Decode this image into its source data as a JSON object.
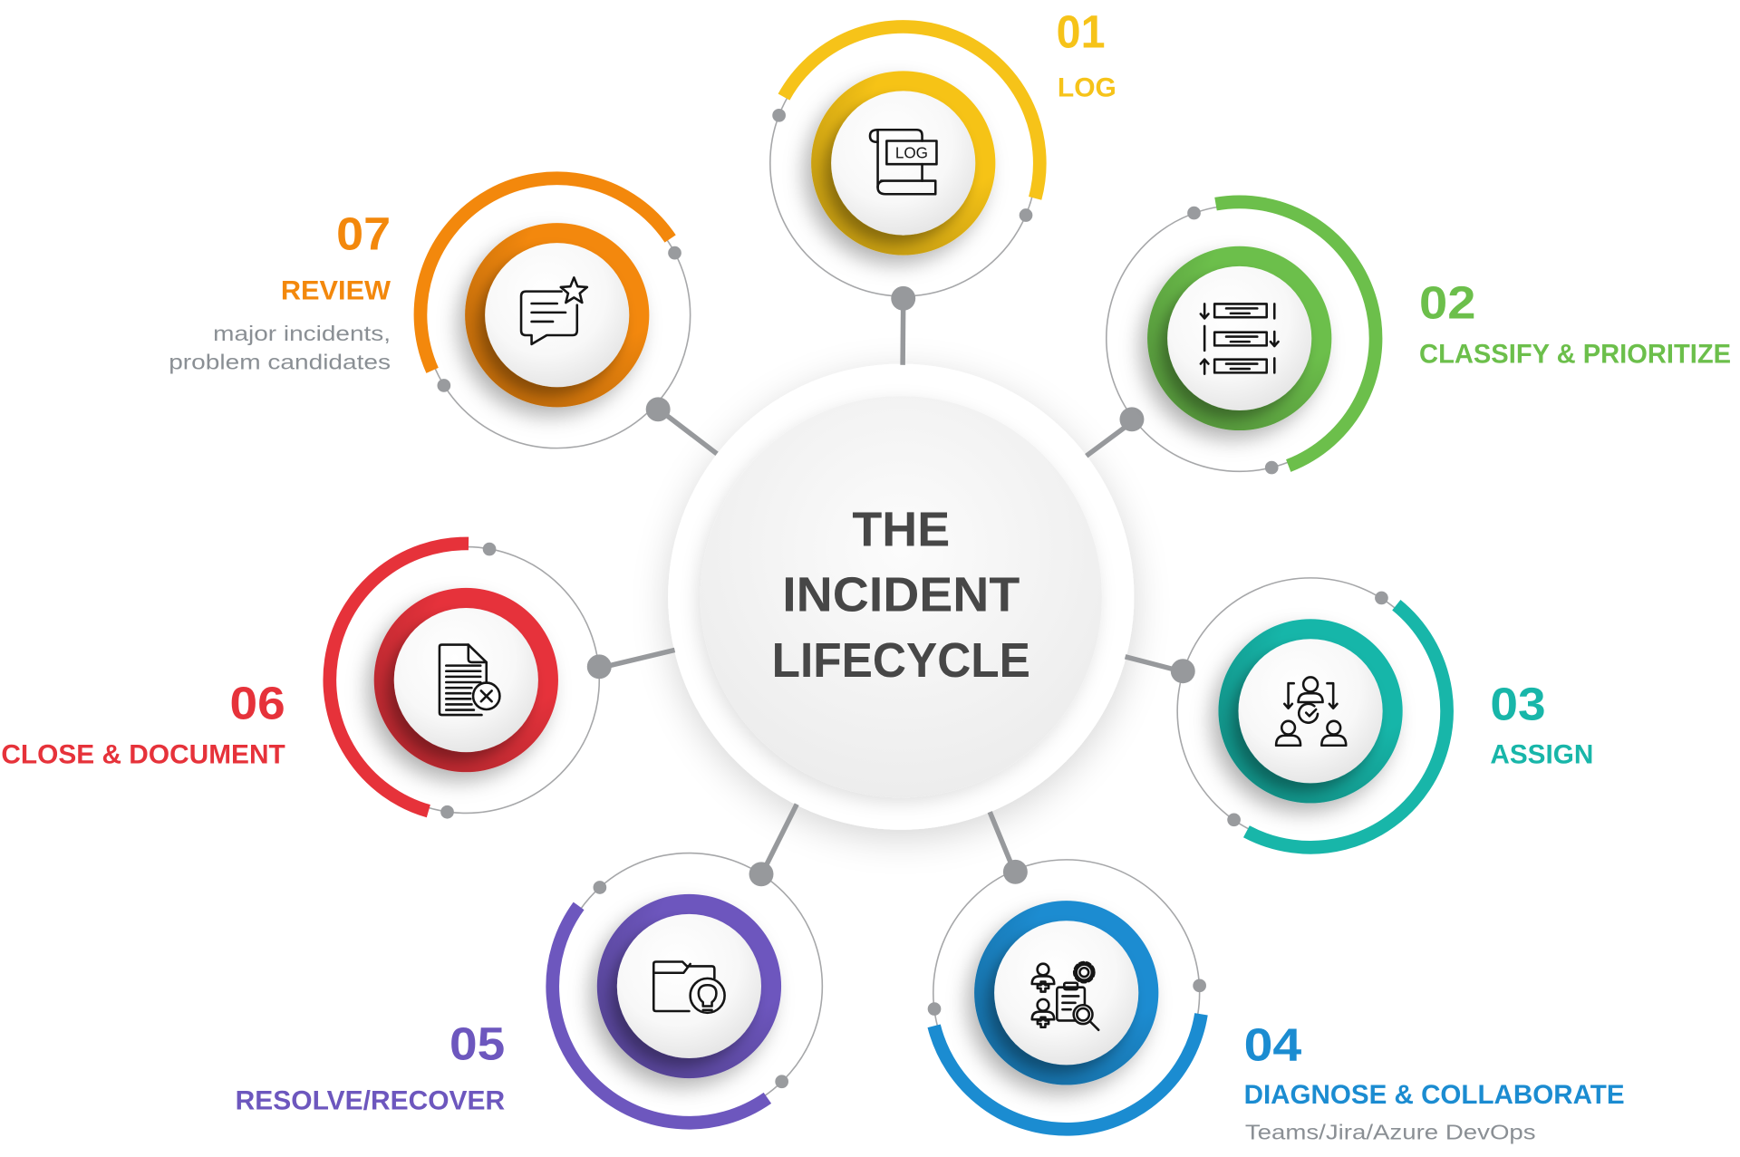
{
  "title": {
    "lines": [
      "THE",
      "INCIDENT",
      "LIFECYCLE"
    ],
    "color": "#474747"
  },
  "description_color": "#8A8F94",
  "connector_color": "#97999C",
  "stages": [
    {
      "number": "01",
      "label": "LOG",
      "description": [],
      "color": "#F6C319",
      "icon": "log-scroll-icon",
      "icon_text": "LOG"
    },
    {
      "number": "02",
      "label": "CLASSIFY & PRIORITIZE",
      "description": [],
      "color": "#6CBF4B",
      "icon": "sort-priority-list-icon"
    },
    {
      "number": "03",
      "label": "ASSIGN",
      "description": [],
      "color": "#18B6A9",
      "icon": "assign-people-check-icon"
    },
    {
      "number": "04",
      "label": "DIAGNOSE & COLLABORATE",
      "description": [
        "Teams/Jira/Azure DevOps"
      ],
      "color": "#1B8CD1",
      "icon": "diagnose-team-clipboard-icon"
    },
    {
      "number": "05",
      "label": "RESOLVE/RECOVER",
      "description": [],
      "color": "#6D57BE",
      "icon": "folder-lightbulb-icon"
    },
    {
      "number": "06",
      "label": "CLOSE & DOCUMENT",
      "description": [],
      "color": "#E6323A",
      "icon": "document-close-icon"
    },
    {
      "number": "07",
      "label": "REVIEW",
      "description": [
        "major incidents,",
        "problem candidates"
      ],
      "color": "#F3880C",
      "icon": "review-chat-star-icon"
    }
  ]
}
